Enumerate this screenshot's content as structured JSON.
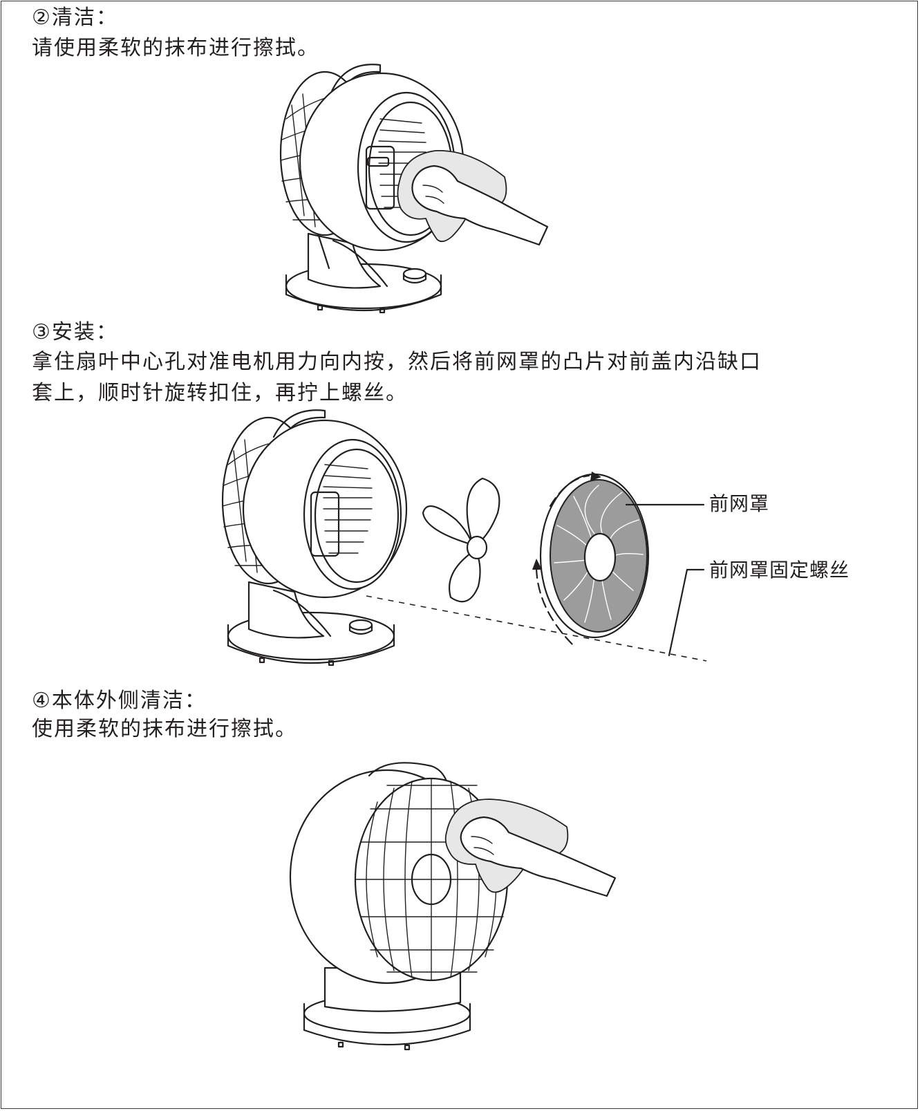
{
  "sections": [
    {
      "heading": "②清洁：",
      "lines": [
        "请使用柔软的抹布进行擦拭。"
      ]
    },
    {
      "heading": "③安装：",
      "lines": [
        "拿住扇叶中心孔对准电机用力向内按，然后将前网罩的凸片对前盖内沿缺口",
        "套上，顺时针旋转扣住，再拧上螺丝。"
      ]
    },
    {
      "heading": "④本体外侧清洁：",
      "lines": [
        "使用柔软的抹布进行擦拭。"
      ]
    }
  ],
  "callouts": {
    "front_grille": "前网罩",
    "front_grille_screw": "前网罩固定螺丝"
  }
}
